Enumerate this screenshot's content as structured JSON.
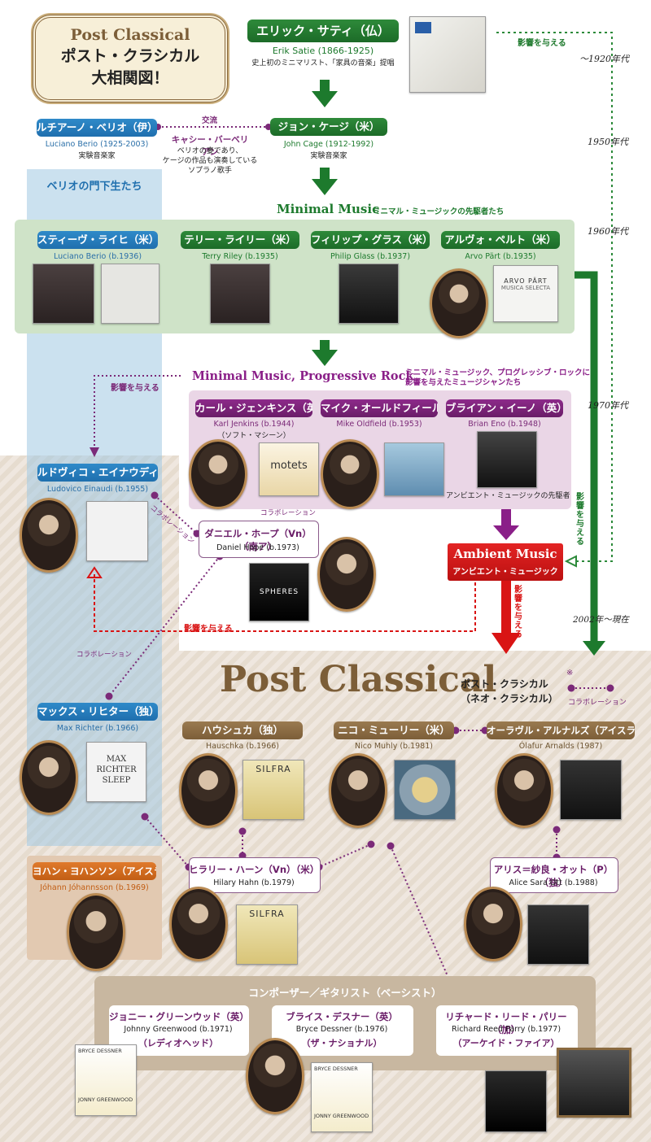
{
  "title": {
    "en": "Post Classical",
    "jp1": "ポスト・クラシカル",
    "jp2": "大相関図！"
  },
  "satie": {
    "name": "エリック・サティ（仏）",
    "en": "Erik Satie (1866-1925)",
    "desc": "史上初のミニマリスト、「家具の音楽」提唱"
  },
  "influence_top": "影響を与える",
  "years": {
    "y1920": "〜1920年代",
    "y1950": "1950年代",
    "y1960": "1960年代",
    "y1970": "1970年代",
    "y2002": "2002年〜現在"
  },
  "berio": {
    "name": "ルチアーノ・ベリオ（伊）",
    "en": "Luciano Berio (1925-2003)",
    "role": "実験音楽家"
  },
  "exchange": {
    "label": "交流",
    "name": "キャシー・バーベリアン",
    "desc1": "ベリオの妻であり、",
    "desc2": "ケージの作品も演奏している",
    "desc3": "ソプラノ歌手"
  },
  "cage": {
    "name": "ジョン・ケージ（米）",
    "en": "John Cage (1912-1992)",
    "role": "実験音楽家"
  },
  "berio_students": "ベリオの門下生たち",
  "minimal": {
    "title": "Minimal Music",
    "sub": "ミニマル・ミュージックの先駆者たち"
  },
  "reich": {
    "name": "スティーヴ・ライヒ（米）",
    "en": "Luciano Berio (b.1936)"
  },
  "riley": {
    "name": "テリー・ライリー（米）",
    "en": "Terry Riley (b.1935)"
  },
  "glass": {
    "name": "フィリップ・グラス（米）",
    "en": "Philip Glass (b.1937)"
  },
  "part": {
    "name": "アルヴォ・ペルト（米）",
    "en": "Arvo Pärt (b.1935)",
    "album1": "ARVO PÄRT",
    "album2": "MUSICA SELECTA"
  },
  "minprog": {
    "title": "Minimal Music, Progressive Rock",
    "sub1": "ミニマル・ミュージック、プログレッシブ・ロックに",
    "sub2": "影響を与えたミュージシャンたち"
  },
  "influence_left": "影響を与える",
  "jenkins": {
    "name": "カール・ジェンキンス（英）",
    "en": "Karl Jenkins (b.1944)",
    "note": "（ソフト・マシーン）",
    "album": "motets"
  },
  "oldfield": {
    "name": "マイク・オールドフィールド（英）",
    "en": "Mike Oldfield (b.1953)"
  },
  "eno": {
    "name": "ブライアン・イーノ（英）",
    "en": "Brian Eno (b.1948)",
    "note": "アンビエント・ミュージックの先駆者"
  },
  "einaudi": {
    "name": "ルドヴィコ・エイナウディ（伊）",
    "en": "Ludovico Einaudi (b.1955)"
  },
  "collab1": "コラボレーション",
  "collab2": "コラボレーション",
  "hope": {
    "name": "ダニエル・ホープ（Vn）（南ア）",
    "en": "Daniel Hope (b.1973)",
    "album": "SPHERES"
  },
  "ambient": {
    "title": "Ambient Music",
    "sub": "アンビエント・ミュージック"
  },
  "influence_right": "影響を与える",
  "influence_ambient": "影響を与える",
  "influence_bottom": "影響を与える",
  "collab3": "コラボレーション",
  "postclassical": {
    "title": "Post Classical",
    "jp1": "ポスト・クラシカル",
    "jp2": "（ネオ・クラシカル）",
    "legend_mark": "※",
    "legend": "コラボレーション"
  },
  "richter": {
    "name": "マックス・リヒター（独）",
    "en": "Max Richter (b.1966)",
    "album": "MAX RICHTER SLEEP"
  },
  "hauschka": {
    "name": "ハウシュカ（独）",
    "en": "Hauschka (b.1966)",
    "album": "SILFRA"
  },
  "muhly": {
    "name": "ニコ・ミューリー（米）",
    "en": "Nico Muhly (b.1981)"
  },
  "arnalds": {
    "name": "オーラヴル・アルナルズ（アイスランド）",
    "en": "Ólafur Arnalds (1987)"
  },
  "johannsson": {
    "name": "ヨハン・ヨハンソン（アイスランド）",
    "en": "Jóhann Jóhannsson (b.1969)"
  },
  "hahn": {
    "name": "ヒラリー・ハーン（Vn）（米）",
    "en": "Hilary Hahn (b.1979)",
    "album": "SILFRA"
  },
  "ott": {
    "name": "アリス＝紗良・オット（P）（独）",
    "en": "Alice Sara Ott (b.1988)"
  },
  "composers": "コンポーザー／ギタリスト（ベーシスト）",
  "greenwood": {
    "name": "ジョニー・グリーンウッド（英）",
    "en": "Johnny Greenwood (b.1971)",
    "band": "（レディオヘッド）"
  },
  "dessner": {
    "name": "ブライス・デスナー（英）",
    "en": "Bryce Dessner (b.1976)",
    "band": "（ザ・ナショナル）"
  },
  "parry": {
    "name": "リチャード・リード・パリー（加）",
    "en": "Richard Reed Parry (b.1977)",
    "band": "（アーケイド・ファイア）"
  },
  "album_bd1": "BRYCE DESSNER",
  "album_jg1": "JONNY GREENWOOD",
  "album_bd2": "BRYCE DESSNER",
  "album_jg2": "JONNY GREENWOOD",
  "colors": {
    "green": "#1f7a2e",
    "blue": "#2f8ac9",
    "purple": "#7b2a78",
    "red": "#d91414",
    "brown": "#8a6a40"
  }
}
